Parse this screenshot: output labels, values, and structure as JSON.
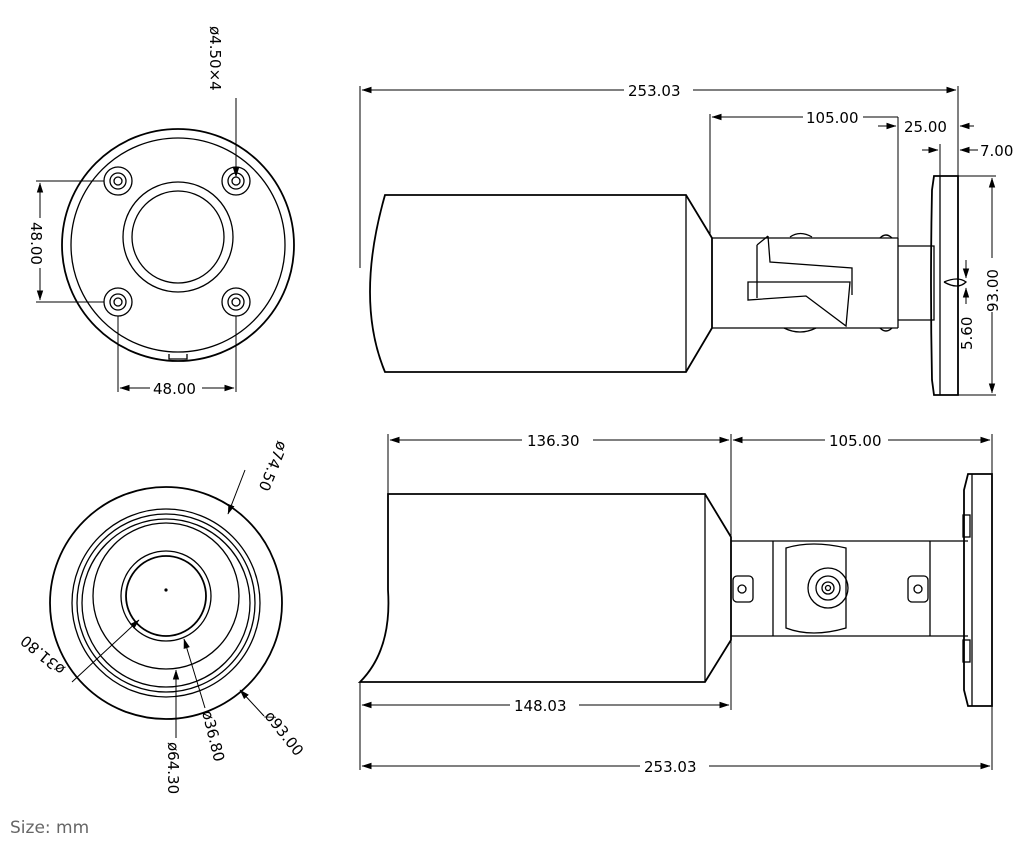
{
  "dims": {
    "top_left_holes": "ø4.50×4",
    "top_left_vertical": "48.00",
    "top_left_horizontal": "48.00",
    "top_right_overall": "253.03",
    "top_right_105": "105.00",
    "top_right_25": "25.00",
    "top_right_7": "7.00",
    "top_right_93": "93.00",
    "top_right_5_60": "5.60",
    "bottom_left_74_50": "ø74.50",
    "bottom_left_31_80": "ø31.80",
    "bottom_left_64_30": "ø64.30",
    "bottom_left_36_80": "ø36.80",
    "bottom_left_93": "ø93.00",
    "bottom_right_136_30": "136.30",
    "bottom_right_105": "105.00",
    "bottom_right_148_03": "148.03",
    "bottom_right_overall": "253.03"
  },
  "footer": {
    "size_label": "Size: mm"
  }
}
